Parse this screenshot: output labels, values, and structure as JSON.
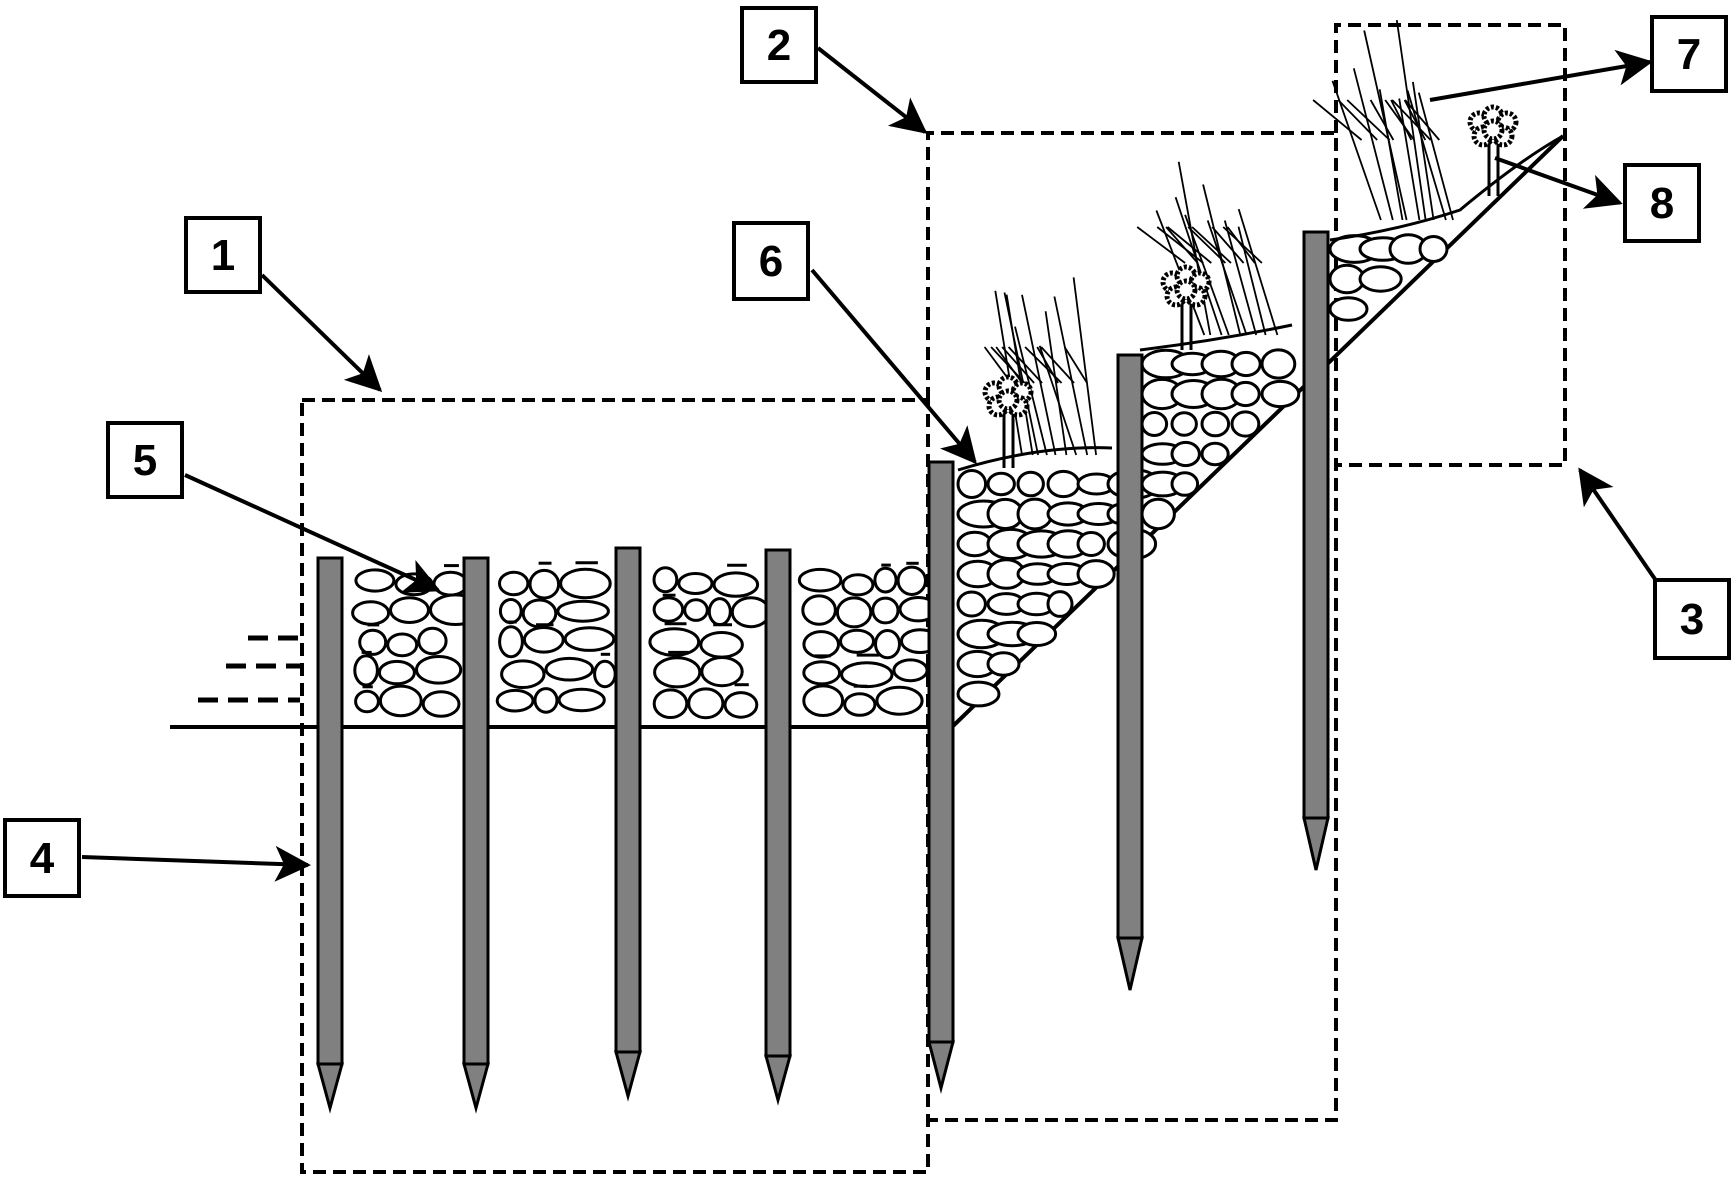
{
  "diagram": {
    "labels": [
      {
        "id": "zone-1",
        "text": "1"
      },
      {
        "id": "zone-2",
        "text": "2"
      },
      {
        "id": "zone-3",
        "text": "3"
      },
      {
        "id": "pile",
        "text": "4"
      },
      {
        "id": "stone-fill",
        "text": "5"
      },
      {
        "id": "stone-layer-slope",
        "text": "6"
      },
      {
        "id": "grass",
        "text": "7"
      },
      {
        "id": "shrub",
        "text": "8"
      }
    ],
    "colors": {
      "line": "#000000",
      "pile": "#808080",
      "background": "#ffffff"
    }
  }
}
